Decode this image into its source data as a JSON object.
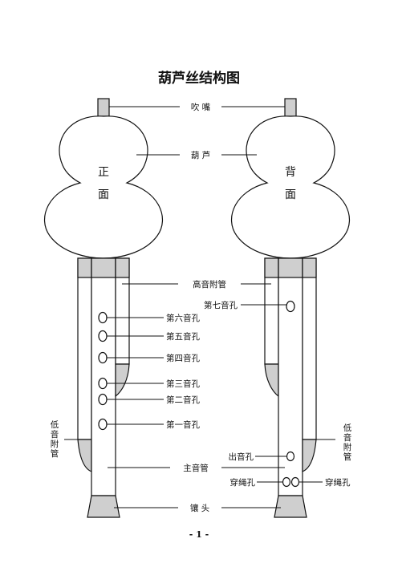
{
  "title": "葫芦丝结构图",
  "labels": {
    "mouthpiece": "吹  嘴",
    "gourd": "葫  芦",
    "high_pipe": "高音附管",
    "hole7": "第七音孔",
    "hole6": "第六音孔",
    "hole5": "第五音孔",
    "hole4": "第四音孔",
    "hole3": "第三音孔",
    "hole2": "第二音孔",
    "hole1": "第一音孔",
    "main_pipe": "主音管",
    "exit_hole": "出音孔",
    "rope_hole_left": "穿绳孔",
    "rope_hole_right": "穿绳孔",
    "tip": "镶  头"
  },
  "front_label": [
    "正",
    "面"
  ],
  "back_label": [
    "背",
    "面"
  ],
  "low_pipe_left": [
    "低",
    "音",
    "附",
    "管"
  ],
  "low_pipe_right": [
    "低",
    "音",
    "附",
    "管"
  ],
  "page_number": "- 1 -"
}
